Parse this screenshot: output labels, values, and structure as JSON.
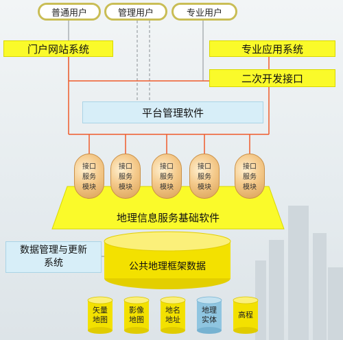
{
  "users": {
    "general": "普通用户",
    "admin": "管理用户",
    "professional": "专业用户"
  },
  "systems": {
    "portal": "门户网站系统",
    "pro_app": "专业应用系统",
    "secondary_dev": "二次开发接口",
    "platform_mgmt": "平台管理软件"
  },
  "services": {
    "module_label": [
      "接口",
      "服务",
      "模块"
    ],
    "foundation": "地理信息服务基础软件"
  },
  "data": {
    "mgmt_update_line1": "数据管理与更新",
    "mgmt_update_line2": "系统",
    "framework": "公共地理框架数据",
    "items": [
      [
        "矢量",
        "地图"
      ],
      [
        "影像",
        "地图"
      ],
      [
        "地名",
        "地址"
      ],
      [
        "地理",
        "实体"
      ],
      [
        "高程"
      ]
    ]
  },
  "colors": {
    "accent_yellow": "#fafa2a",
    "connector_orange": "#ef5a2a",
    "panel_blue": "#d7eef8",
    "cylinder_yellow": "#f3e100",
    "entity_blue": "#8fc5e0"
  }
}
